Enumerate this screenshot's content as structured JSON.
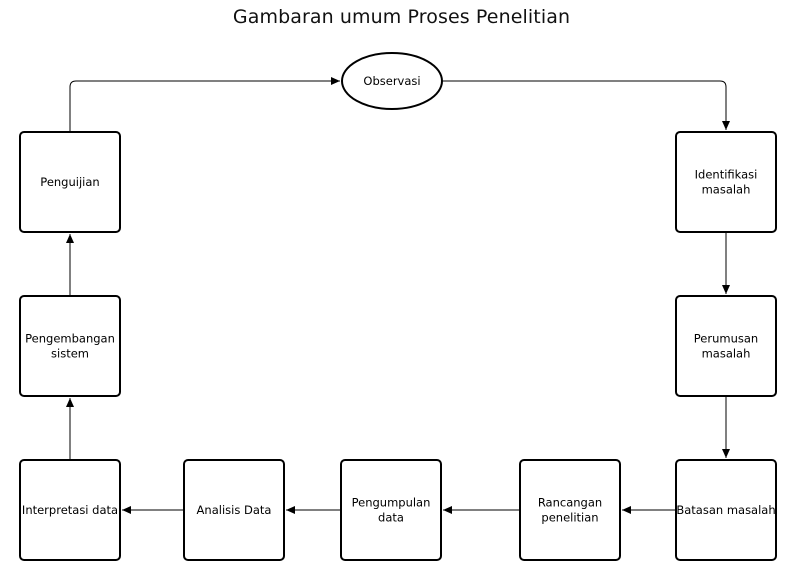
{
  "title": "Gambaran umum Proses Penelitian",
  "nodes": [
    {
      "id": "observasi",
      "label": [
        "Observasi"
      ],
      "shape": "ellipse"
    },
    {
      "id": "identifikasi",
      "label": [
        "Identifikasi",
        "masalah"
      ],
      "shape": "box"
    },
    {
      "id": "perumusan",
      "label": [
        "Perumusan",
        "masalah"
      ],
      "shape": "box"
    },
    {
      "id": "batasan",
      "label": [
        "Batasan masalah"
      ],
      "shape": "box"
    },
    {
      "id": "rancangan",
      "label": [
        "Rancangan",
        "penelitian"
      ],
      "shape": "box"
    },
    {
      "id": "pengumpulan",
      "label": [
        "Pengumpulan",
        "data"
      ],
      "shape": "box"
    },
    {
      "id": "analisis",
      "label": [
        "Analisis Data"
      ],
      "shape": "box"
    },
    {
      "id": "interpretasi",
      "label": [
        "Interpretasi data"
      ],
      "shape": "box"
    },
    {
      "id": "pengembangan",
      "label": [
        "Pengembangan",
        "sistem"
      ],
      "shape": "box"
    },
    {
      "id": "pengujian",
      "label": [
        "Penguijian"
      ],
      "shape": "box"
    }
  ],
  "edges": [
    {
      "from": "observasi",
      "to": "identifikasi"
    },
    {
      "from": "identifikasi",
      "to": "perumusan"
    },
    {
      "from": "perumusan",
      "to": "batasan"
    },
    {
      "from": "batasan",
      "to": "rancangan"
    },
    {
      "from": "rancangan",
      "to": "pengumpulan"
    },
    {
      "from": "pengumpulan",
      "to": "analisis"
    },
    {
      "from": "analisis",
      "to": "interpretasi"
    },
    {
      "from": "interpretasi",
      "to": "pengembangan"
    },
    {
      "from": "pengembangan",
      "to": "pengujian"
    },
    {
      "from": "pengujian",
      "to": "observasi"
    }
  ]
}
